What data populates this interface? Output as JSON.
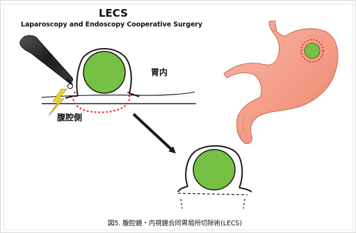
{
  "diagram": {
    "title": "LECS",
    "subtitle": "Laparoscopy and Endoscopy Cooperative Surgery",
    "label_stomach_inside": "胃内",
    "label_abdominal_side": "腹腔側",
    "caption": "図5. 腹腔鏡・内視鏡合同胃局所切除術(LECS)"
  },
  "colors": {
    "tumor_green": "#76c043",
    "resection_line_red": "#e3242b",
    "stomach_pink": "#f7a48f",
    "laparoscope_black": "#2b2b2b",
    "energy_spark_yellow": "#f4d51e"
  },
  "icons": {
    "laparoscope": "laparoscope-icon",
    "spark": "energy-spark-icon",
    "arrow": "diagonal-arrow-icon",
    "stomach": "stomach-illustration"
  }
}
